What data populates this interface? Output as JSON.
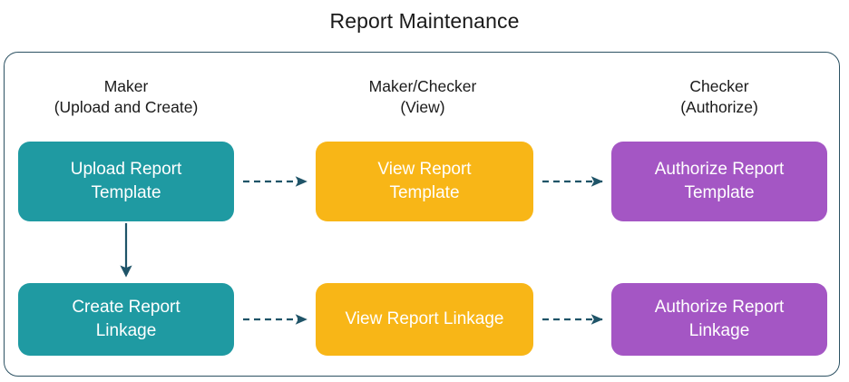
{
  "title": "Report Maintenance",
  "columns": [
    {
      "role": "Maker",
      "subtitle": "(Upload and Create)"
    },
    {
      "role": "Maker/Checker",
      "subtitle": "(View)"
    },
    {
      "role": "Checker",
      "subtitle": "(Authorize)"
    }
  ],
  "nodes": {
    "upload_report_template": {
      "label": "Upload Report\nTemplate",
      "color": "#1f9aa2"
    },
    "view_report_template": {
      "label": "View Report\nTemplate",
      "color": "#f8b617"
    },
    "authorize_report_template": {
      "label": "Authorize Report\nTemplate",
      "color": "#a456c4"
    },
    "create_report_linkage": {
      "label": "Create Report\nLinkage",
      "color": "#1f9aa2"
    },
    "view_report_linkage": {
      "label": "View Report Linkage",
      "color": "#f8b617"
    },
    "authorize_report_linkage": {
      "label": "Authorize Report\nLinkage",
      "color": "#a456c4"
    }
  },
  "connectors": [
    {
      "name": "upload-to-view-template",
      "style": "dashed",
      "direction": "right"
    },
    {
      "name": "view-to-authorize-template",
      "style": "dashed",
      "direction": "right"
    },
    {
      "name": "upload-template-to-create-linkage",
      "style": "solid",
      "direction": "down"
    },
    {
      "name": "create-to-view-linkage",
      "style": "dashed",
      "direction": "right"
    },
    {
      "name": "view-to-authorize-linkage",
      "style": "dashed",
      "direction": "right"
    }
  ],
  "colors": {
    "teal": "#1f9aa2",
    "amber": "#f8b617",
    "purple": "#a456c4",
    "frame": "#2d5263",
    "connector": "#1f5468",
    "title_text": "#1a1a1a",
    "node_text": "#ffffff",
    "background": "#ffffff"
  }
}
